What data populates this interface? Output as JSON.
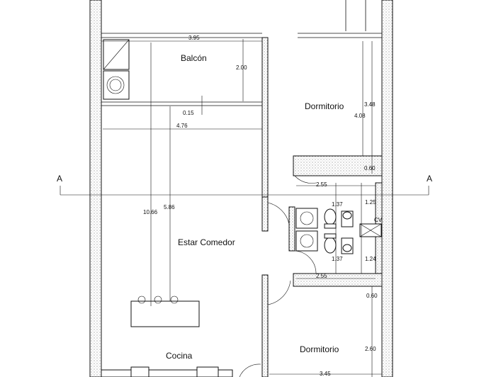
{
  "rooms": {
    "balcon": "Balcón",
    "dormitorio_top": "Dormitorio",
    "estar": "Estar Comedor",
    "cocina": "Cocina",
    "dormitorio_bottom": "Dormitorio"
  },
  "section": {
    "left": "A",
    "right": "A"
  },
  "dimensions": {
    "d395": "3.95",
    "d200": "2.00",
    "d015": "0.15",
    "d476": "4.76",
    "d348": "3.48",
    "d408": "4.08",
    "d060a": "0.60",
    "d255a": "2.55",
    "d137a": "1.37",
    "d125": "1.25",
    "d586": "5.86",
    "d1066": "10.66",
    "d137b": "1.37",
    "d124": "1.24",
    "d255b": "2.55",
    "d060b": "0.60",
    "d260": "2.60",
    "d345": "3.45"
  },
  "labels": {
    "cv": "CV"
  }
}
